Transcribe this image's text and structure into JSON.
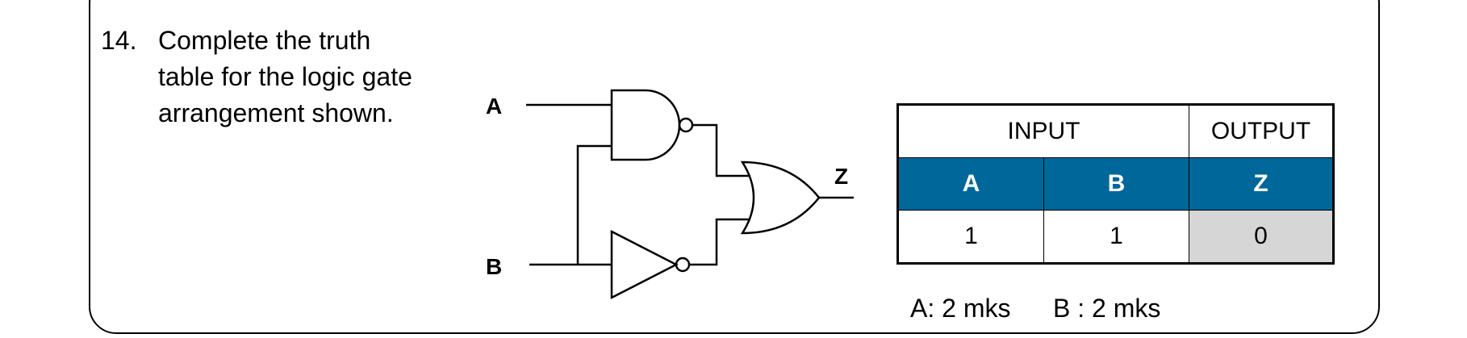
{
  "question": {
    "number": "14.",
    "text": "Complete the truth table for the logic gate arrangement shown."
  },
  "circuit": {
    "input_a": "A",
    "input_b": "B",
    "output": "Z"
  },
  "truth_table": {
    "group_input": "INPUT",
    "group_output": "OUTPUT",
    "headers": [
      "A",
      "B",
      "Z"
    ],
    "rows": [
      [
        "1",
        "1",
        "0"
      ]
    ]
  },
  "marks": {
    "a": "A: 2 mks",
    "b": "B : 2 mks"
  }
}
